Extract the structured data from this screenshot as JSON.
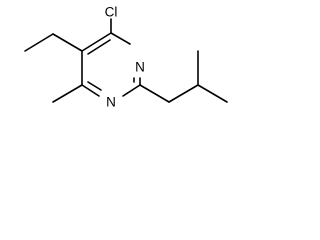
{
  "structure": {
    "atoms": {
      "chlorine": "Cl",
      "nitrogen_upper": "N",
      "nitrogen_lower": "N"
    }
  }
}
